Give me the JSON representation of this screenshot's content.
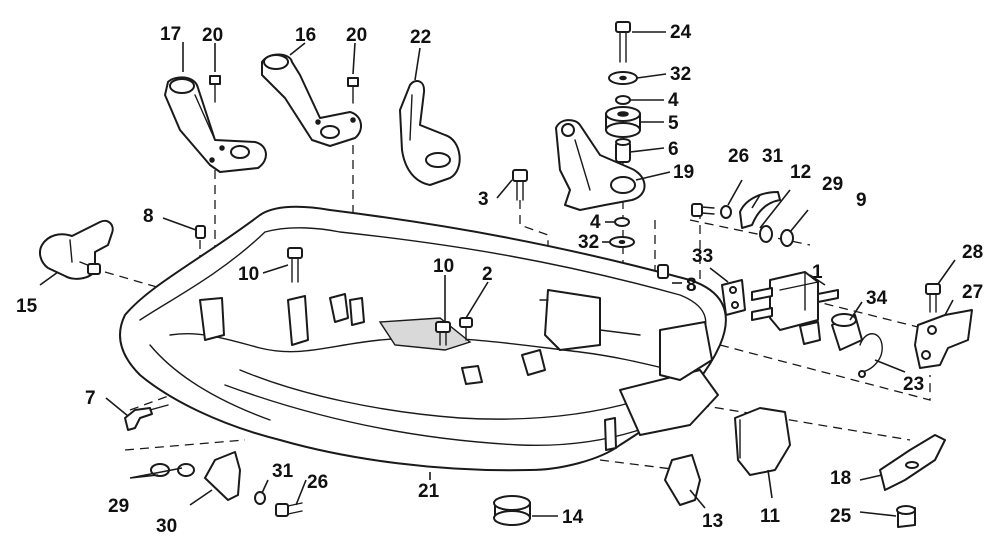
{
  "callouts": {
    "c1": "1",
    "c2": "2",
    "c3": "3",
    "c4a": "4",
    "c4b": "4",
    "c5": "5",
    "c6": "6",
    "c7": "7",
    "c8a": "8",
    "c8b": "8",
    "c9": "9",
    "c10a": "10",
    "c10b": "10",
    "c11": "11",
    "c12": "12",
    "c13": "13",
    "c14": "14",
    "c15": "15",
    "c16": "16",
    "c17": "17",
    "c18": "18",
    "c19": "19",
    "c20a": "20",
    "c20b": "20",
    "c21": "21",
    "c22": "22",
    "c23": "23",
    "c24": "24",
    "c25": "25",
    "c26a": "26",
    "c26b": "26",
    "c27": "27",
    "c28": "28",
    "c29a": "29",
    "c29b": "29",
    "c30": "30",
    "c31a": "31",
    "c31b": "31",
    "c32a": "32",
    "c32b": "32",
    "c33": "33",
    "c34": "34"
  }
}
